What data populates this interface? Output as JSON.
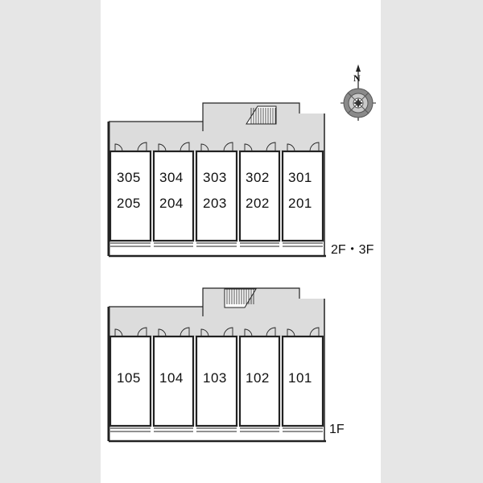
{
  "compass": {
    "north_label": "N",
    "icon": "compass-rose-icon"
  },
  "upper_building": {
    "floor_label": "2F・3F",
    "units": [
      {
        "upper": "305",
        "lower": "205"
      },
      {
        "upper": "304",
        "lower": "204"
      },
      {
        "upper": "303",
        "lower": "203"
      },
      {
        "upper": "302",
        "lower": "202"
      },
      {
        "upper": "301",
        "lower": "201"
      }
    ]
  },
  "lower_building": {
    "floor_label": "1F",
    "units": [
      "105",
      "104",
      "103",
      "102",
      "101"
    ]
  }
}
